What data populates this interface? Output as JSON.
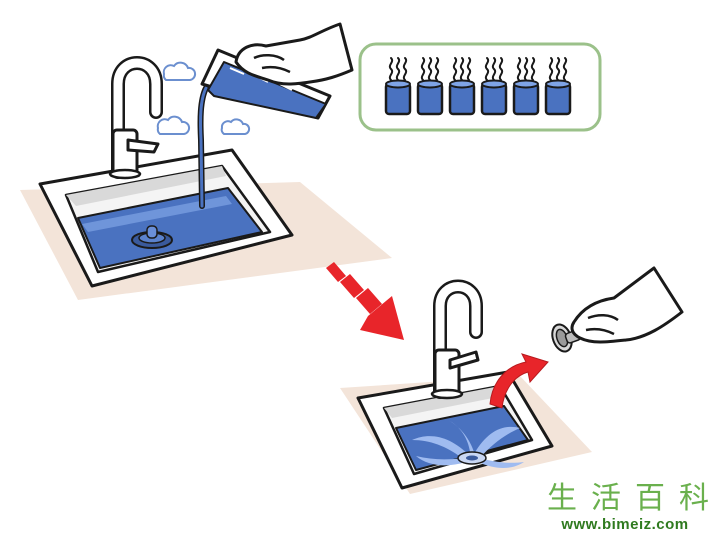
{
  "watermark": {
    "title": "生活百科",
    "url": "www.bimeiz.com"
  },
  "colors": {
    "water": "#4a72c0",
    "water_light": "#7fa4e6",
    "counter": "#f3e4d9",
    "outline": "#1a1a1a",
    "accent_arrow": "#e8252a",
    "thumbnail_border": "#9bc18a",
    "watermark": "#5aa83a"
  },
  "icons": [
    "faucet-icon",
    "sink-icon",
    "drain-stopper-icon",
    "measuring-jug-icon",
    "steam-cloud-icon",
    "hot-cup-icon",
    "hand-icon",
    "arrow-right-icon",
    "curved-arrow-icon",
    "drain-icon"
  ],
  "thumbnail": {
    "hot_cup_count": 6
  }
}
